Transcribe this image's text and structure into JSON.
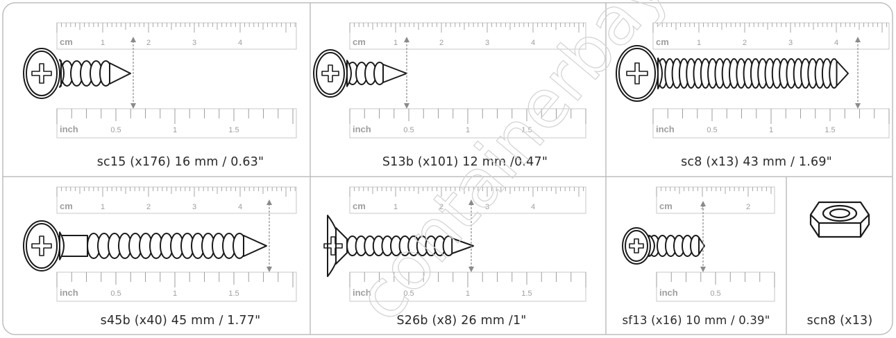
{
  "units": {
    "cm": "cm",
    "inch": "inch"
  },
  "cells": [
    {
      "id": "sc15",
      "caption": "sc15 (x176) 16 mm / 0.63\"",
      "cm_labels": [
        "1",
        "2",
        "3",
        "4"
      ],
      "inch_labels": [
        "0.5",
        "1",
        "1.5"
      ]
    },
    {
      "id": "s13b",
      "caption": "S13b (x101) 12 mm /0.47\"",
      "cm_labels": [
        "1",
        "2",
        "3",
        "4"
      ],
      "inch_labels": [
        "0.5",
        "1",
        "1.5"
      ]
    },
    {
      "id": "sc8",
      "caption": "sc8 (x13) 43 mm / 1.69\"",
      "cm_labels": [
        "1",
        "2",
        "3",
        "4"
      ],
      "inch_labels": [
        "0.5",
        "1",
        "1.5"
      ]
    },
    {
      "id": "s45b",
      "caption": "s45b (x40) 45 mm / 1.77\"",
      "cm_labels": [
        "1",
        "2",
        "3",
        "4"
      ],
      "inch_labels": [
        "0.5",
        "1",
        "1.5"
      ]
    },
    {
      "id": "s26b",
      "caption": "S26b (x8) 26 mm /1\"",
      "cm_labels": [
        "1",
        "2",
        "3",
        "4"
      ],
      "inch_labels": [
        "0.5",
        "1",
        "1.5"
      ]
    },
    {
      "id": "sf13",
      "caption": "sf13 (x16) 10 mm / 0.39\"",
      "cm_labels": [
        "1",
        "2"
      ],
      "inch_labels": [
        "0.5"
      ]
    },
    {
      "id": "scn8",
      "caption": "scn8 (x13)"
    }
  ],
  "watermark": {
    "text": "containerbay.com"
  }
}
